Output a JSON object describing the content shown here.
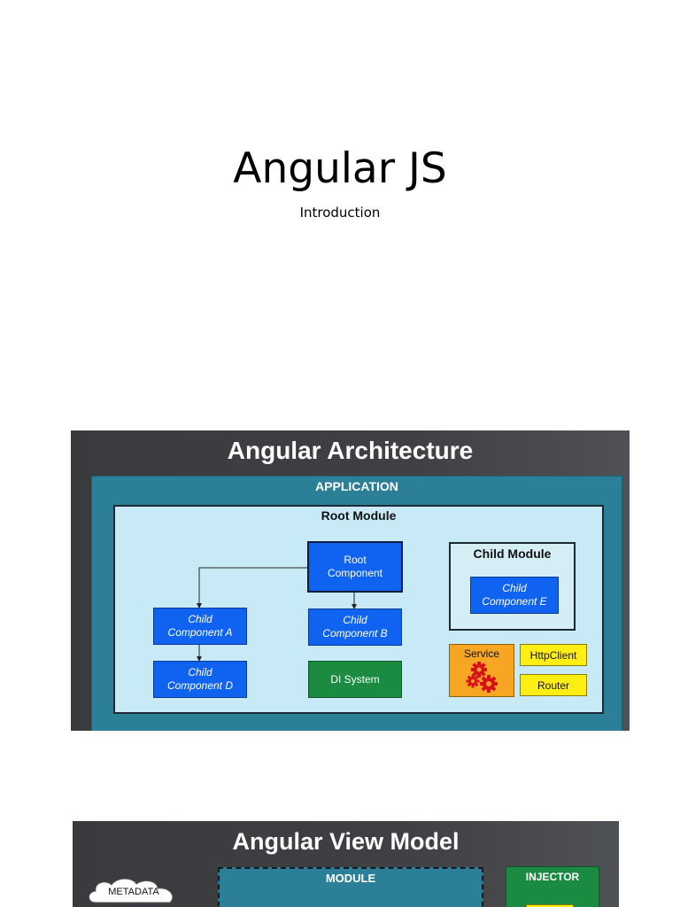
{
  "page": {
    "title": "Angular JS",
    "subtitle": "Introduction"
  },
  "architecture": {
    "heading": "Angular Architecture",
    "application_label": "APPLICATION",
    "root_module_label": "Root Module",
    "root_component": "Root Component",
    "child_a": "Child Component A",
    "child_b": "Child Component B",
    "child_d": "Child Component D",
    "di_system": "DI System",
    "child_module_label": "Child Module",
    "child_e": "Child Component E",
    "service": "Service",
    "httpclient": "HttpClient",
    "router": "Router",
    "icons": [
      "gears-icon"
    ],
    "colors": {
      "background": "#3f4043",
      "application": "#2b7f97",
      "root_module": "#c8eaf6",
      "component": "#1063f0",
      "di_system": "#1b8b41",
      "service": "#f6a623",
      "utility": "#ffee13"
    }
  },
  "view_model": {
    "heading": "Angular View Model",
    "metadata_label": "METADATA",
    "module_label": "MODULE",
    "injector_label": "INJECTOR"
  }
}
